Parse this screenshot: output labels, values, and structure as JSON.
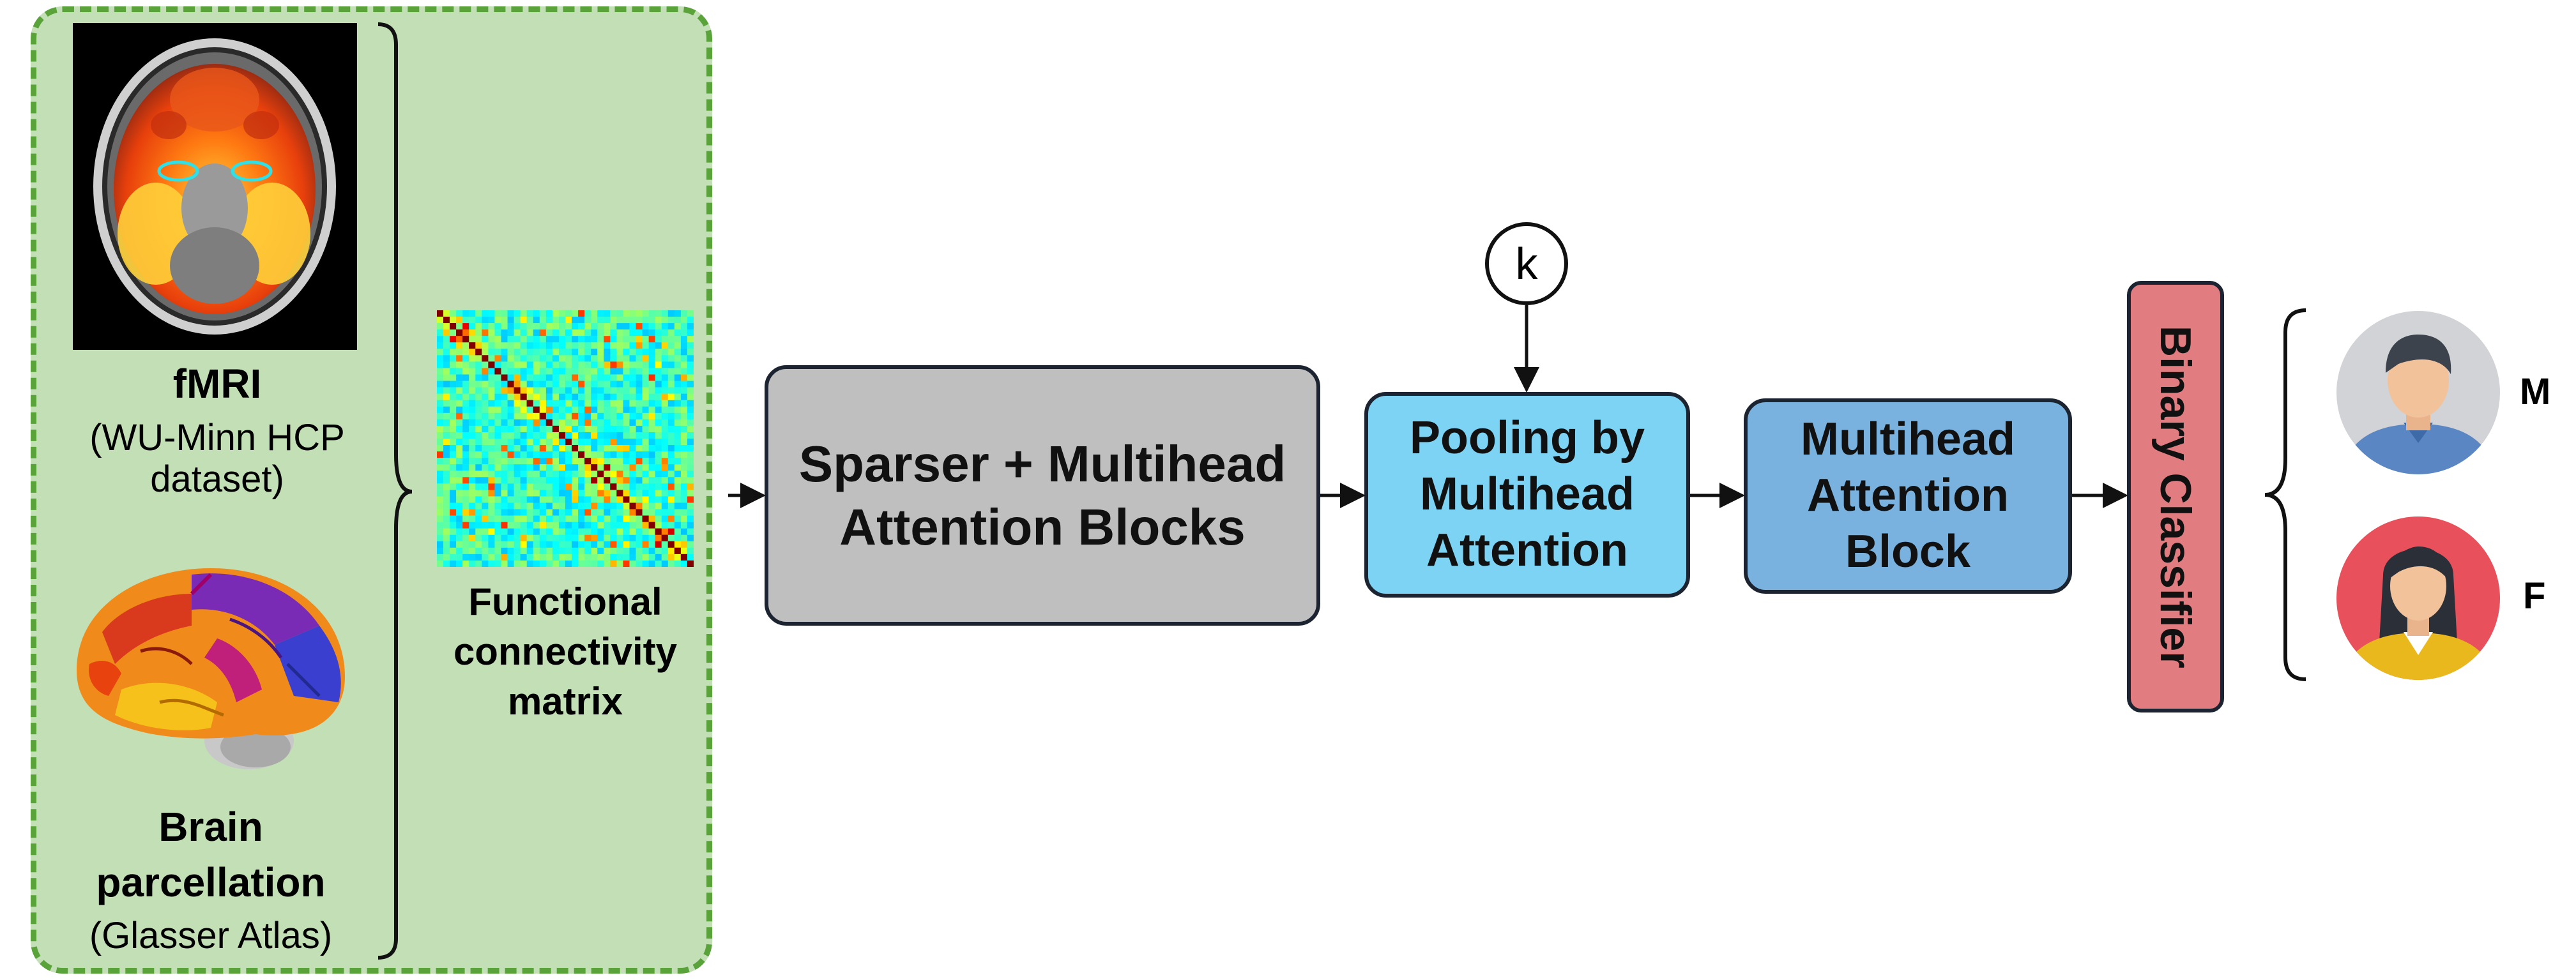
{
  "input_panel": {
    "fmri_title": "fMRI",
    "fmri_source": "(WU-Minn HCP dataset)",
    "parcellation_title": "Brain parcellation",
    "parcellation_source": "(Glasser Atlas)",
    "fc_label": "Functional connectivity matrix"
  },
  "pipeline": {
    "sparser_block": "Sparser + Multihead Attention Blocks",
    "pooling_block": "Pooling by Multihead Attention",
    "k_node": "k",
    "mha_block": "Multihead Attention Block",
    "classifier": "Binary Classifier"
  },
  "outputs": {
    "male_label": "M",
    "female_label": "F"
  },
  "colors": {
    "panel_fill": "#c2dfb5",
    "panel_border": "#5aa33a",
    "sparser_fill": "#bfbfbf",
    "pooling_fill": "#7dd3f4",
    "mha_fill": "#7ab2df",
    "classifier_fill": "#e17d80",
    "female_avatar_bg": "#e8505b",
    "male_avatar_bg": "#d1d3d6"
  },
  "icons": [
    "brain-scan-image",
    "brain-3d-image",
    "connectivity-matrix-image",
    "male-avatar-icon",
    "female-avatar-icon"
  ]
}
